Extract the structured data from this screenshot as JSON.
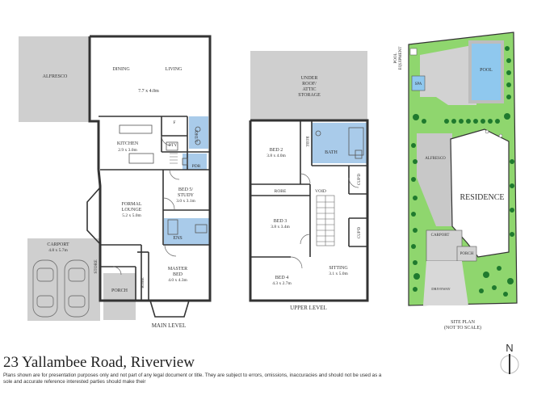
{
  "title": "23 Yallambee Road, Riverview",
  "disclaimer": "Plans shown are for presentation purposes only and not part of any legal document or title. They are subject to errors, omissions, inaccuracies and should not be used as a sole and accurate reference interested parties should make their",
  "north_label": "N",
  "main_level": {
    "caption": "MAIN LEVEL",
    "alfresco": "ALFRESCO",
    "dining": "DINING",
    "living": "LIVING",
    "dining_living_size": "7.7 x 4.0m",
    "kitchen": "KITCHEN",
    "kitchen_size": "2.9 x 3.0m",
    "f": "F",
    "lbry": "L'DRY",
    "pty": "PTY",
    "pdr": "PDR",
    "bed5": "BED 5/",
    "study": "STUDY",
    "bed5_size": "3.0 x 3.1m",
    "formal": "FORMAL",
    "lounge": "LOUNGE",
    "lounge_size": "5.2 x 5.0m",
    "ens": "ENS",
    "carport": "CARPORT",
    "carport_size": "4.8 x 5.7m",
    "store": "STORE",
    "porch": "PORCH",
    "robe": "ROBE",
    "master": "MASTER",
    "bed": "BED",
    "master_size": "4.0 x 4.3m"
  },
  "upper_level": {
    "caption": "UPPER LEVEL",
    "under": "UNDER",
    "roof_attic": "ROOF/",
    "attic": "ATTIC",
    "storage": "STORAGE",
    "bed2": "BED 2",
    "bed2_size": "3.8 x 4.0m",
    "robe": "ROBE",
    "bath": "BATH",
    "cupd": "CUP'D",
    "void": "VOID",
    "robe2": "ROBE",
    "bed3": "BED 3",
    "bed3_size": "3.8 x 3.4m",
    "cupd2": "CUP'D",
    "bed4": "BED 4",
    "bed4_size": "4.3 x 2.7m",
    "sitting": "SITTING",
    "sitting_size": "3.1 x 5.0m"
  },
  "site_plan": {
    "caption_1": "SITE PLAN",
    "caption_2": "(NOT TO SCALE)",
    "pool_eq_1": "POOL",
    "pool_eq_2": "EQUIPMENT",
    "pool": "POOL",
    "spa": "SPA",
    "alfresco": "ALFRESCO",
    "residence": "RESIDENCE",
    "carport": "CARPORT",
    "porch": "PORCH",
    "driveway": "DRIVEWAY"
  }
}
